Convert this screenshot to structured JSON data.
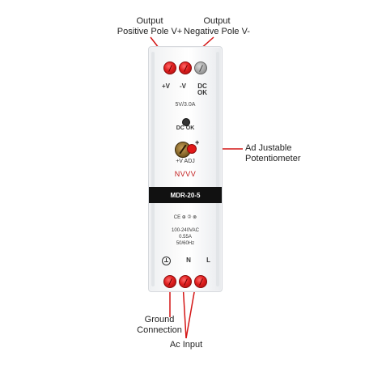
{
  "callouts": {
    "output_positive": {
      "line1": "Output",
      "line2": "Positive Pole V+"
    },
    "output_negative": {
      "line1": "Output",
      "line2": "Negative Pole V-"
    },
    "potentiometer": {
      "line1": "Ad Justable",
      "line2": "Potentiometer"
    },
    "ground": {
      "line1": "Ground",
      "line2": "Connection"
    },
    "ac_input": {
      "line1": "Ac Input"
    }
  },
  "device": {
    "top_labels": [
      "+V",
      "-V",
      "DC OK"
    ],
    "rating": "5V/3.0A",
    "led_label": "DC OK",
    "adj_plus": "+",
    "adj_label": "+V ADJ",
    "brand": "NVVV",
    "model": "MDR-20-5",
    "cert": "CE ⊕ 🄯 ⊗",
    "input_voltage": "100-240VAC",
    "input_current": "0.55A",
    "input_freq": "50/60Hz",
    "bottom_labels": [
      "N",
      "L"
    ]
  },
  "colors": {
    "terminal_red": "#e01e1e",
    "line_red": "#d41616",
    "model_band": "#111111"
  }
}
